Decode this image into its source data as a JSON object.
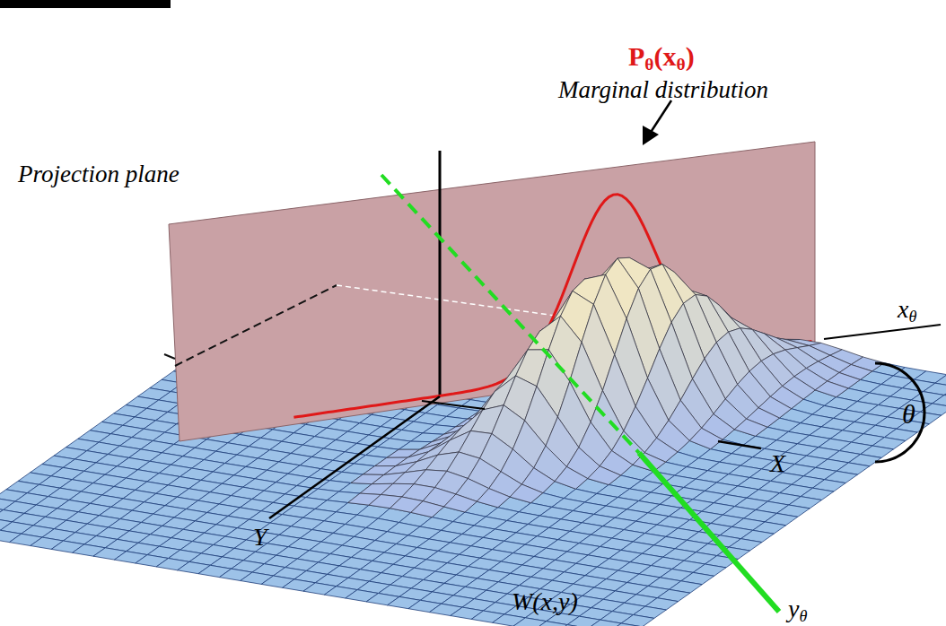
{
  "diagram": {
    "labels": [
      "Pθ(xθ)",
      "Marginal distribution",
      "Projection plane",
      "xθ",
      "θ",
      "X",
      "Y",
      "W(x,y)",
      "yθ"
    ]
  }
}
